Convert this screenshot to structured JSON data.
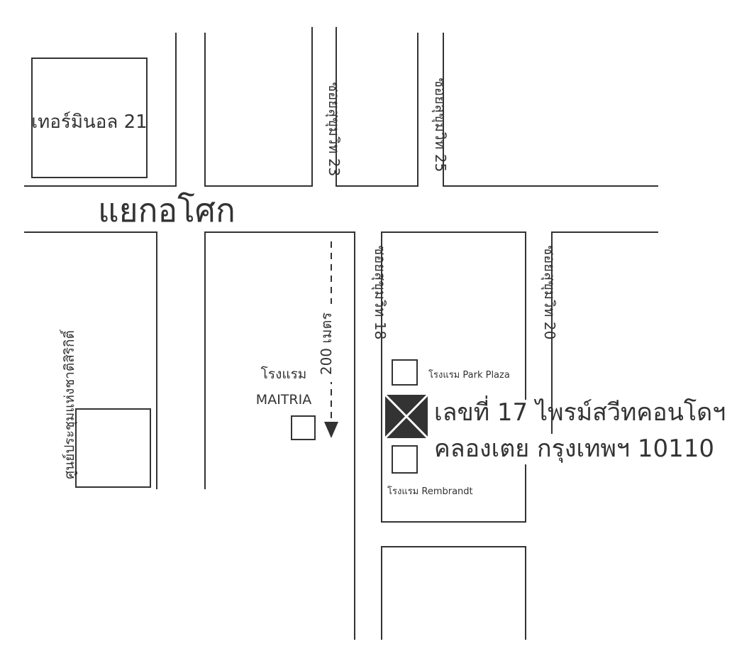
{
  "map": {
    "junction_label": "แยกอโศก",
    "terminal_label": "เทอร์มินอล 21",
    "soi_23": "ซอยสุขุมวิท 23",
    "soi_25": "ซอยสุขุมวิท 25",
    "soi_18": "ซอยสุขุมวิท 18",
    "soi_20": "ซอยสุขุมวิท 20",
    "convention_center": "ศูนย์ประชุมแห่งชาติสิริกิติ์",
    "distance": "200 เมตร",
    "maitria_line1": "โรงแรม",
    "maitria_line2": "MAITRIA",
    "park_plaza": "โรงแรม Park Plaza",
    "rembrandt": "โรงแรม Rembrandt",
    "address_line1": "เลขที่ 17 ไพรม์สวีทคอนโดฯ",
    "address_line2": "คลองเตย กรุงเทพฯ 10110",
    "colors": {
      "line": "#333333",
      "marker": "#333333",
      "background": "#ffffff"
    },
    "icons": {
      "destination": "destination-marker-icon",
      "direction": "arrow-down-icon"
    }
  }
}
